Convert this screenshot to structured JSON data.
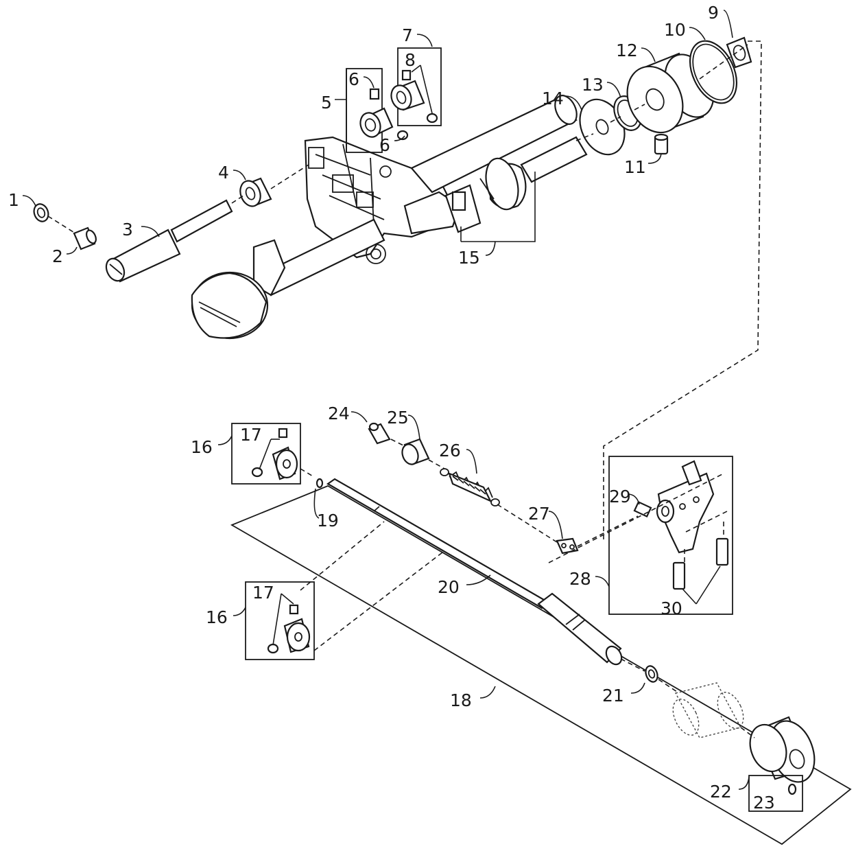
{
  "diagram": {
    "labels": [
      "1",
      "2",
      "3",
      "4",
      "5",
      "6",
      "6",
      "7",
      "8",
      "9",
      "10",
      "11",
      "12",
      "13",
      "14",
      "15",
      "16",
      "16",
      "17",
      "17",
      "18",
      "19",
      "20",
      "21",
      "22",
      "23",
      "24",
      "25",
      "26",
      "27",
      "28",
      "29",
      "30"
    ]
  }
}
